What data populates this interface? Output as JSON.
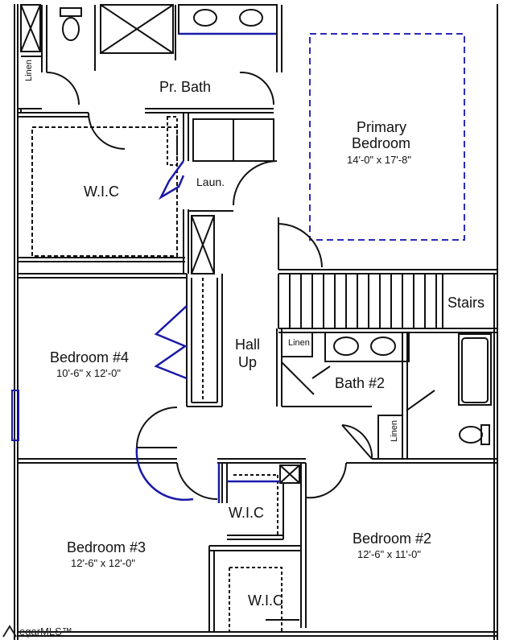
{
  "rooms": {
    "pr_bath": "Pr. Bath",
    "primary_bedroom_line1": "Primary",
    "primary_bedroom_line2": "Bedroom",
    "primary_bedroom_dims": "14'-0\" x 17'-8\"",
    "wic_top": "W.I.C",
    "laundry": "Laun.",
    "stairs": "Stairs",
    "hall": "Hall",
    "up": "Up",
    "bedroom4": "Bedroom #4",
    "bedroom4_dims": "10'-6\" x 12'-0\"",
    "bath2": "Bath #2",
    "linen_top_left": "Linen",
    "linen_bath2": "Linen",
    "linen_vertical": "Linen",
    "bedroom3": "Bedroom #3",
    "bedroom3_dims": "12'-6\" x 12'-0\"",
    "bedroom2": "Bedroom #2",
    "bedroom2_dims": "12'-6\" x 11'-0\"",
    "wic_mid": "W.I.C",
    "wic_bottom": "W.I.C"
  },
  "watermark": {
    "text": "egarMLS™"
  },
  "colors": {
    "wall": "#111111",
    "accent_blue": "#1a1aa8",
    "dashed_blue": "#2b2bb8"
  }
}
